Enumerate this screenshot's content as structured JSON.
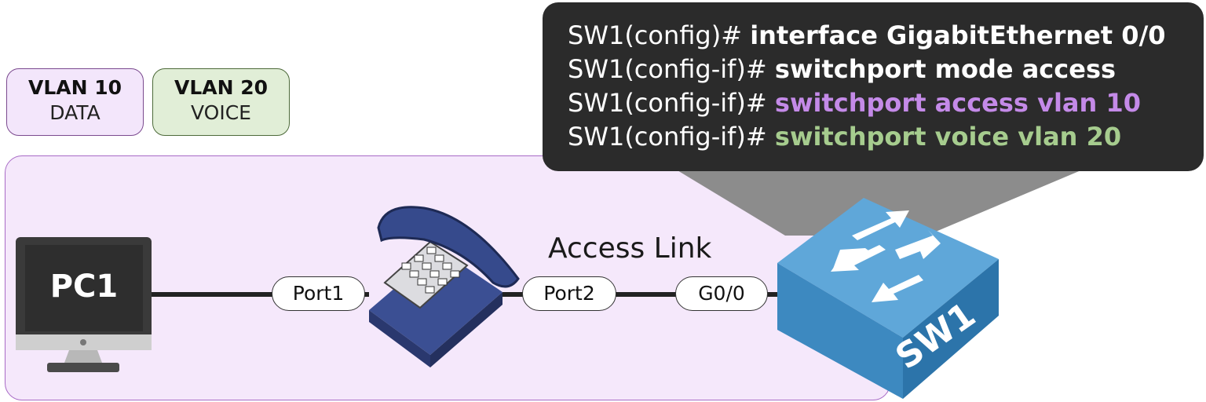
{
  "legend": [
    {
      "vlan": "VLAN 10",
      "type": "DATA",
      "color": "#f3e6fb"
    },
    {
      "vlan": "VLAN 20",
      "type": "VOICE",
      "color": "#e1eed7"
    }
  ],
  "cli": [
    {
      "prompt": "SW1(config)# ",
      "command": "interface GigabitEthernet 0/0",
      "color": "#ffffff"
    },
    {
      "prompt": "SW1(config-if)# ",
      "command": "switchport mode access",
      "color": "#ffffff"
    },
    {
      "prompt": "SW1(config-if)# ",
      "command": "switchport access vlan 10",
      "color": "#c48ae8"
    },
    {
      "prompt": "SW1(config-if)# ",
      "command": "switchport voice vlan 20",
      "color": "#a6cc8e"
    }
  ],
  "devices": {
    "pc": "PC1",
    "phone": "IP phone",
    "switch": "SW1"
  },
  "link_label": "Access Link",
  "ports": {
    "phone_pc_side": "Port1",
    "phone_switch_side": "Port2",
    "switch": "G0/0"
  },
  "icons": [
    "monitor-icon",
    "phone-icon",
    "switch-icon"
  ]
}
